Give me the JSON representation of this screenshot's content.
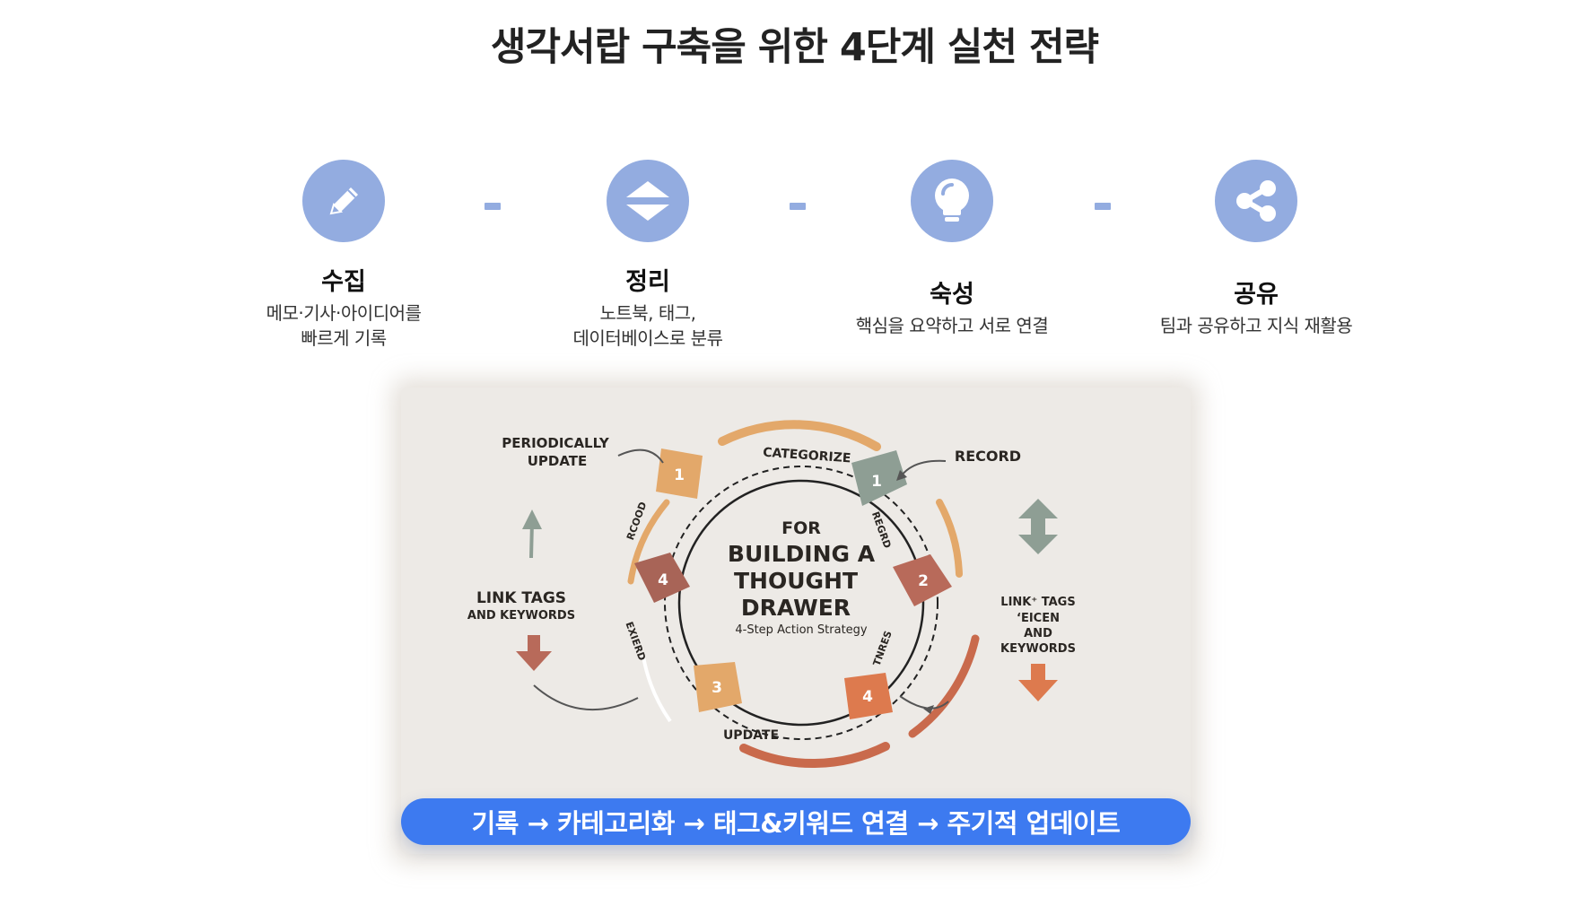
{
  "title": "생각서랍 구축을 위한 4단계 실천 전략",
  "steps": [
    {
      "icon": "pencil-icon",
      "title": "수집",
      "desc": "메모·기사·아이디어를\n빠르게 기록"
    },
    {
      "icon": "sort-icon",
      "title": "정리",
      "desc": "노트북, 태그,\n데이터베이스로 분류"
    },
    {
      "icon": "lightbulb-icon",
      "title": "숙성",
      "desc": "핵심을 요약하고 서로 연결"
    },
    {
      "icon": "share-icon",
      "title": "공유",
      "desc": "팀과 공유하고 지식 재활용"
    }
  ],
  "colors": {
    "accent_blue": "#93ace0",
    "banner_blue": "#3d7af0",
    "orange": "#e3a86a",
    "terracotta": "#c96a4c",
    "brown": "#a86457",
    "sage": "#8e9e94"
  },
  "diagram": {
    "center": {
      "line1": "FOR",
      "line2": "BUILDING A",
      "line3": "THOUGHT",
      "line4": "DRAWER",
      "sub": "4-Step Action Strategy"
    },
    "labels": {
      "periodically_1": "PERIODICALLY",
      "periodically_2": "UPDATE",
      "record": "RECORD",
      "link_left_1": "LINK TAGS",
      "link_left_2": "AND KEYWORDS",
      "link_right_1": "LINK⁺ TAGS",
      "link_right_2": "‘EICEN",
      "link_right_3": "AND",
      "link_right_4": "KEYWORDS",
      "categorize": "CATEGORIZE",
      "update": "UPDATE",
      "rcood": "RCOOD",
      "regrd": "REGRD",
      "exierd": "EXIERD",
      "tnres": "TNRES"
    },
    "nodes": [
      {
        "num": "1",
        "color": "#e3a86a"
      },
      {
        "num": "1",
        "color": "#8e9e94"
      },
      {
        "num": "2",
        "color": "#b86a5a"
      },
      {
        "num": "4",
        "color": "#dd7a4e"
      },
      {
        "num": "3",
        "color": "#e3a86a"
      },
      {
        "num": "4",
        "color": "#a86457"
      }
    ]
  },
  "banner": "기록 → 카테고리화 → 태그&키워드 연결 → 주기적 업데이트"
}
